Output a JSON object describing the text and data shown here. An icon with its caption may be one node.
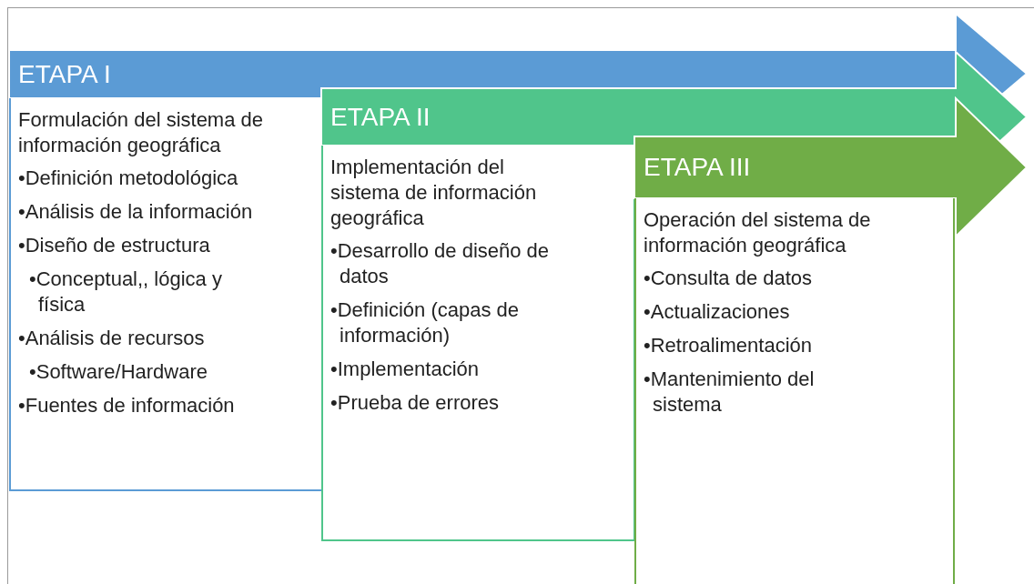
{
  "diagram": {
    "nodes": [
      {
        "text": [
          "ETAPA I"
        ]
      },
      {
        "text": [
          "Formulación del sistema de información geográfica",
          "•Definición metodológica",
          "•Análisis de la información",
          "•Diseño de estructura",
          "•Conceptual,, lógica y física",
          "•Análisis de recursos",
          "•Software/Hardware",
          "•Fuentes de información"
        ]
      },
      {
        "text": [
          "ETAPA II"
        ]
      },
      {
        "text": [
          "Implementación del sistema de información geográfica",
          "•Desarrollo de diseño de datos",
          "•Definición (capas de información)",
          "•Implementación",
          "•Prueba de errores"
        ]
      },
      {
        "text": [
          "ETAPA III"
        ]
      },
      {
        "text": [
          "Operación del sistema de información geográfica",
          "•Consulta de datos",
          "•Actualizaciones",
          "•Retroalimentación",
          "•Mantenimiento del sistema"
        ]
      }
    ]
  }
}
